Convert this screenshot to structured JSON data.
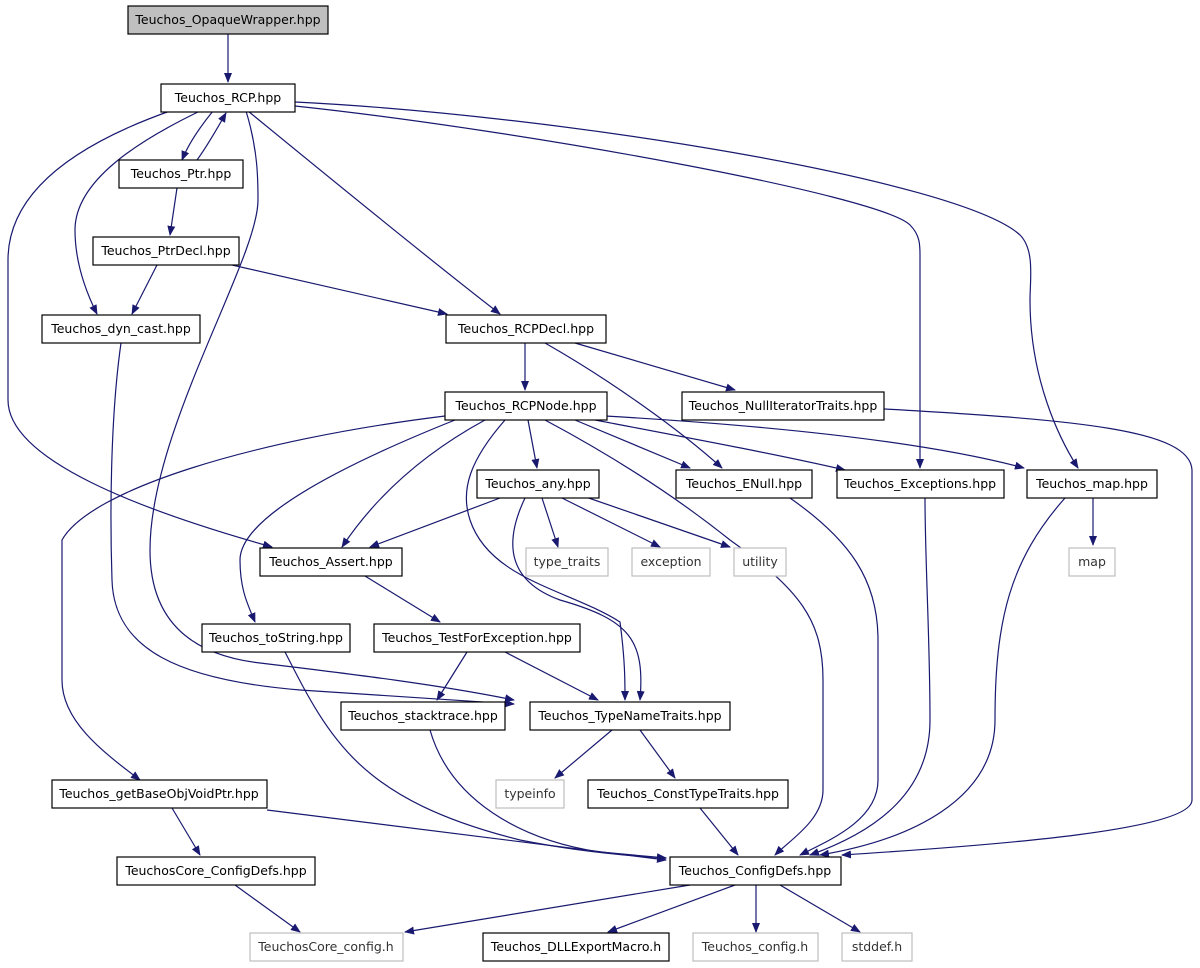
{
  "graph": {
    "nodes": {
      "opaque": "Teuchos_OpaqueWrapper.hpp",
      "rcp": "Teuchos_RCP.hpp",
      "ptr": "Teuchos_Ptr.hpp",
      "ptrdecl": "Teuchos_PtrDecl.hpp",
      "dyncast": "Teuchos_dyn_cast.hpp",
      "rcpdecl": "Teuchos_RCPDecl.hpp",
      "nulliter": "Teuchos_NullIteratorTraits.hpp",
      "rcpnode": "Teuchos_RCPNode.hpp",
      "any": "Teuchos_any.hpp",
      "enull": "Teuchos_ENull.hpp",
      "exceptions": "Teuchos_Exceptions.hpp",
      "tmap": "Teuchos_map.hpp",
      "assert": "Teuchos_Assert.hpp",
      "typetraits": "type_traits",
      "exception": "exception",
      "utility": "utility",
      "map": "map",
      "tostring": "Teuchos_toString.hpp",
      "testforexc": "Teuchos_TestForException.hpp",
      "stacktrace": "Teuchos_stacktrace.hpp",
      "typename": "Teuchos_TypeNameTraits.hpp",
      "typeinfo": "typeinfo",
      "consttype": "Teuchos_ConstTypeTraits.hpp",
      "getbase": "Teuchos_getBaseObjVoidPtr.hpp",
      "coreconfigdefs": "TeuchosCore_ConfigDefs.hpp",
      "configdefs": "Teuchos_ConfigDefs.hpp",
      "coreconfig": "TeuchosCore_config.h",
      "dllexport": "Teuchos_DLLExportMacro.h",
      "tconfig": "Teuchos_config.h",
      "stddef": "stddef.h"
    }
  }
}
